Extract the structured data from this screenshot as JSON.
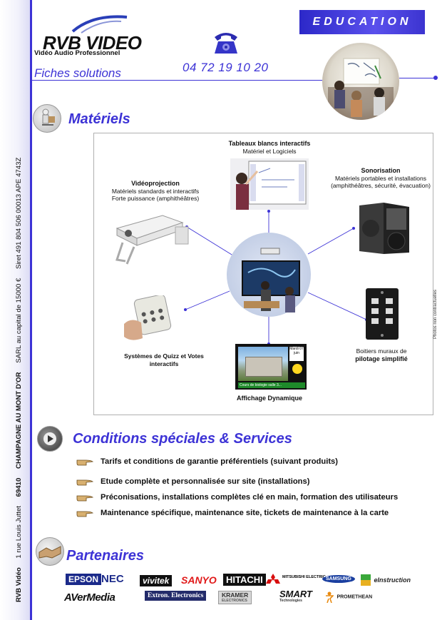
{
  "sidebar": {
    "company": "RVB Vidéo",
    "address": "1 rue Louis Juttet",
    "zip": "69410",
    "city": "CHAMPAGNE AU MONT D'OR",
    "legal": "SARL au capital de 15000 €",
    "siret": "Siret 491 804 506 00013 APE 4743Z"
  },
  "header": {
    "logo_text": "RVB VIDEO",
    "logo_subtitle": "Vidéo Audio Professionnel",
    "section_label": "Fiches solutions",
    "phone": "04 72 19 10 20",
    "badge": "EDUCATION"
  },
  "materiels": {
    "title": "Matériels",
    "items": {
      "tbi": {
        "title": "Tableaux blancs interactifs",
        "desc": "Matériel et Logiciels"
      },
      "videoprojection": {
        "title": "Vidéoprojection",
        "desc1": "Matériels standards et interactifs",
        "desc2": "Forte puissance (amphithéâtres)"
      },
      "sonorisation": {
        "title": "Sonorisation",
        "desc1": "Matériels portables et installations",
        "desc2": "(amphithéâtres, sécurité, évacuation)"
      },
      "quizz": {
        "title1": "Systèmes de Quizz et Votes",
        "title2": "interactifs"
      },
      "boitiers": {
        "title1": "Boitiers muraux de",
        "title2": "pilotage simplifié"
      },
      "affichage": {
        "title": "Affichage Dynamique",
        "screen_caption": "Cours de biologie salle 3...",
        "screen_date": "Mardi 07 juin"
      }
    },
    "photos_note": "Photos non contractuelles"
  },
  "conditions": {
    "title": "Conditions spéciales & Services",
    "items": [
      "Tarifs et conditions de garantie préférentiels (suivant produits)",
      "Etude complète et personnalisée sur site (installations)",
      "Préconisations, installations complètes clé en main, formation des utilisateurs",
      "Maintenance spécifique, maintenance site, tickets de maintenance à la carte"
    ]
  },
  "partenaires": {
    "title": "Partenaires",
    "logos": {
      "epson": "EPSON",
      "nec": "NEC",
      "vivitek": "vivitek",
      "sanyo": "SANYO",
      "hitachi": "HITACHI",
      "mitsubishi": "MITSUBISHI ELECTRIC",
      "samsung": "SAMSUNG",
      "einstruction": "eInstruction",
      "avermedia": "AVerMedia",
      "extron": "Extron. Electronics",
      "kramer": "KRAMER",
      "kramer_sub": "ELECTRONICS",
      "smart": "SMART",
      "smart_sub": "Technologies",
      "promethean": "PROMETHEAN"
    }
  },
  "colors": {
    "accent": "#3d33d6"
  }
}
